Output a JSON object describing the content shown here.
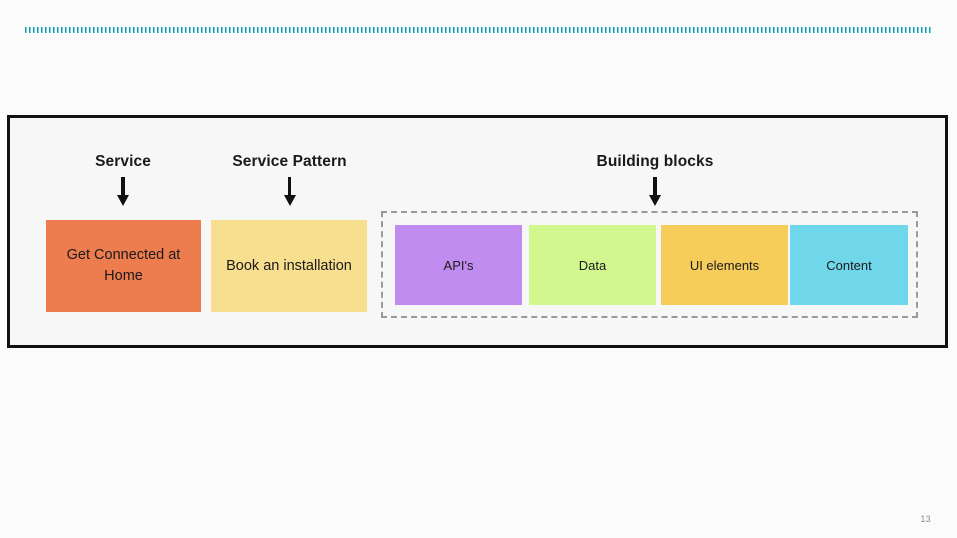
{
  "slide": {
    "page_number": "13",
    "background_color": "#fbfbfb"
  },
  "decorations": {
    "top_rule_color": "#0b9fb5",
    "top_rule_style": "dotted"
  },
  "diagram": {
    "frame_border_color": "#111111",
    "frame_background": "#f7f7f7",
    "columns": [
      {
        "heading": "Service",
        "arrow": "down-arrow-icon"
      },
      {
        "heading": "Service Pattern",
        "arrow": "down-arrow-icon"
      },
      {
        "heading": "Building blocks",
        "arrow": "down-arrow-icon"
      }
    ],
    "service_box": {
      "label": "Get Connected at Home",
      "color": "#ED7C4E"
    },
    "service_pattern_box": {
      "label": "Book an installation",
      "color": "#F8DE8F"
    },
    "building_blocks": {
      "container_border_color": "#9a9a9a",
      "container_border_style": "dashed",
      "items": [
        {
          "label": "API's",
          "color": "#C08CEF"
        },
        {
          "label": "Data",
          "color": "#D2F78F"
        },
        {
          "label": "UI elements",
          "color": "#F6CC5B"
        },
        {
          "label": "Content",
          "color": "#70D7EB"
        }
      ]
    }
  }
}
